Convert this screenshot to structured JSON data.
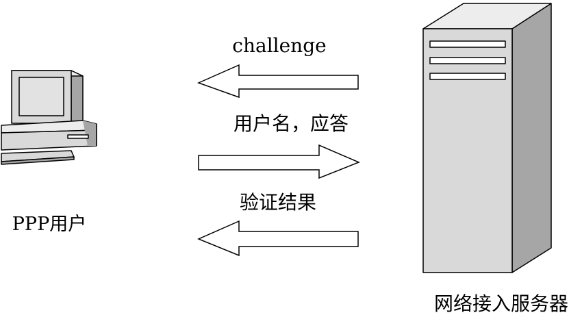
{
  "client": {
    "label": "PPP用户"
  },
  "server": {
    "label": "网络接入服务器"
  },
  "messages": [
    {
      "label": "challenge",
      "direction": "server-to-client"
    },
    {
      "label": "用户名，应答",
      "direction": "client-to-server"
    },
    {
      "label": "验证结果",
      "direction": "server-to-client"
    }
  ],
  "colors": {
    "device_face": "#d9d9d9",
    "device_side": "#a6a6a6",
    "device_top": "#ededed",
    "screen": "#e2e2e2",
    "stroke": "#000000",
    "arrow_fill": "#ffffff"
  }
}
